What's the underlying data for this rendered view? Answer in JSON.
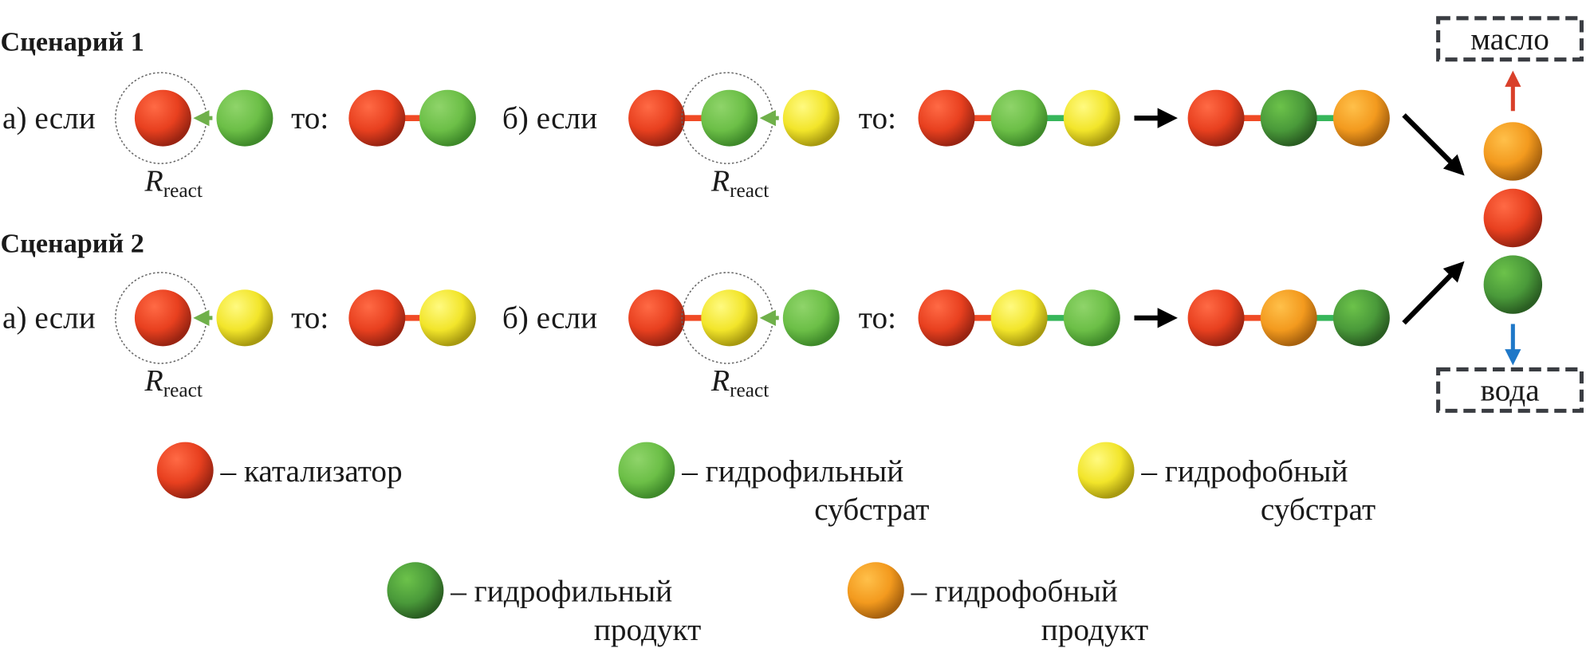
{
  "scenario1": {
    "title": "Сценарий 1",
    "a_if": "а) если",
    "then": "то:",
    "b_if": "б) если",
    "then_b": "то:"
  },
  "scenario2": {
    "title": "Сценарий 2",
    "a_if": "а) если",
    "then": "то:",
    "b_if": "б) если",
    "then_b": "то:"
  },
  "r_react": {
    "symbol": "R",
    "subscript": "react"
  },
  "outputs": {
    "oil": "масло",
    "water": "вода"
  },
  "legend": [
    {
      "line1": "– катализатор",
      "line2": ""
    },
    {
      "line1": "– гидрофильный",
      "line2": "субстрат"
    },
    {
      "line1": "– гидрофобный",
      "line2": "субстрат"
    },
    {
      "line1": "– гидрофильный",
      "line2": "продукт"
    },
    {
      "line1": "– гидрофобный",
      "line2": "продукт"
    }
  ],
  "colors": {
    "catalyst": "#e8401f",
    "hydrophilic_substrate": "#6cbf47",
    "hydrophobic_substrate": "#f2e52a",
    "hydrophilic_product": "#4a9a3a",
    "hydrophobic_product": "#f39a1e",
    "oil_arrow": "#d9402a",
    "water_arrow": "#1f78c8"
  }
}
